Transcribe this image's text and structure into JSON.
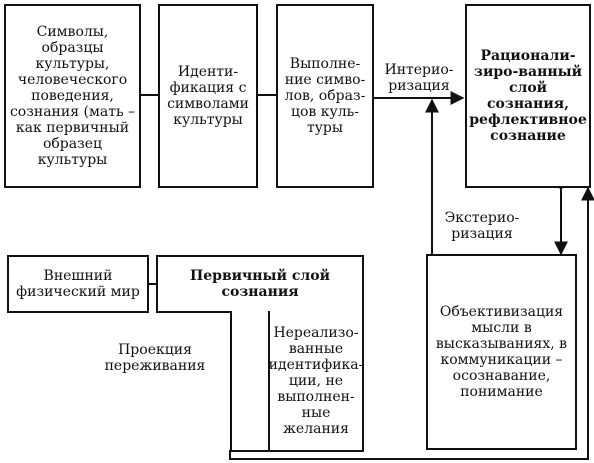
{
  "boxes": {
    "symbols": "Символы, образцы культуры, человеческого поведения, сознания (мать – как первичный образец культуры",
    "identification": "Иденти-фикация с символами культуры",
    "performance": "Выполне-ние симво-лов, образ-цов куль-туры",
    "rationalized": "Рационали-зиро-ванный слой сознания, рефлективное сознание",
    "external_world": "Внешний физический мир",
    "primary_layer": "Первичный слой сознания",
    "unrealized": "Нереализо-ванные идентифика-ции, не выполнен-ные желания",
    "objectivation": "Объективизация мысли в высказываниях, в коммуникации – осознавание, понимание"
  },
  "labels": {
    "interiorization": "Интерио-ризация",
    "exteriorization": "Экстерио-ризация",
    "projection": "Проекция переживания"
  },
  "colors": {
    "ink": "#111111",
    "paper": "#ffffff"
  }
}
